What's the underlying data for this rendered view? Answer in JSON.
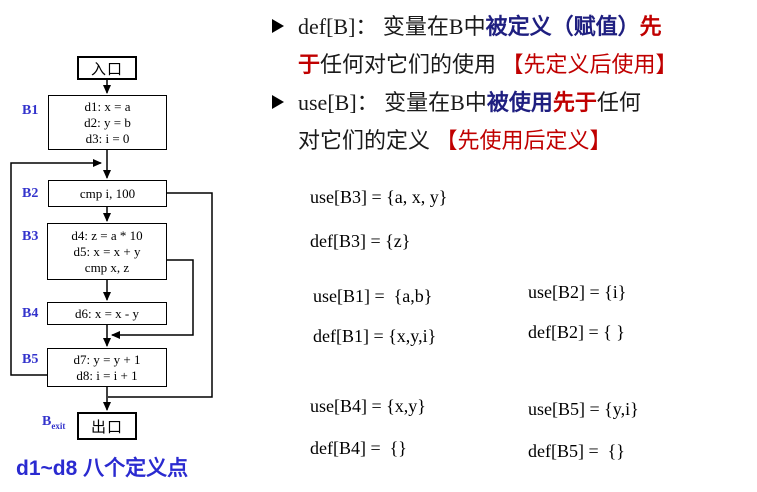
{
  "flowchart": {
    "entry_label": "入口",
    "exit_label": "出口",
    "caption": "d1~d8 八个定义点",
    "blocks": {
      "b1": {
        "name": "B1",
        "lines": [
          "d1: x = a",
          "d2: y = b",
          "d3: i = 0"
        ]
      },
      "b2": {
        "name": "B2",
        "lines": [
          "cmp i, 100"
        ]
      },
      "b3": {
        "name": "B3",
        "lines": [
          "d4: z = a * 10",
          "d5: x = x + y",
          "cmp x, z"
        ]
      },
      "b4": {
        "name": "B4",
        "lines": [
          "d6: x = x - y"
        ]
      },
      "b5": {
        "name": "B5",
        "lines": [
          "d7: y = y + 1",
          "d8: i = i + 1"
        ]
      },
      "bexit": {
        "name": "B",
        "sub": "exit"
      }
    }
  },
  "bullets": {
    "def": {
      "s0": "def[B]： ",
      "s1": "变量在B中",
      "s2": "被定义（赋值）",
      "s3": "先",
      "s4": "于",
      "s5": "任何对它们的使用 ",
      "s6": "【先定义后使用】"
    },
    "use": {
      "s0": "use[B]： ",
      "s1": "变量在B中",
      "s2": "被使用",
      "s3": "先于",
      "s4": "任何",
      "s5": "对它们的定义 ",
      "s6": "【先使用后定义】"
    }
  },
  "sets": {
    "use_b3": "use[B3] = {a, x, y}",
    "def_b3": "def[B3] = {z}",
    "use_b1": "use[B1] =  {a,b}",
    "use_b2": "use[B2] = {i}",
    "def_b1": "def[B1] = {x,y,i}",
    "def_b2": "def[B2] = { }",
    "use_b4": "use[B4] = {x,y}",
    "use_b5": "use[B5] = {y,i}",
    "def_b4": "def[B4] =  {}",
    "def_b5": "def[B5] =  {}"
  },
  "colors": {
    "label_blue": "#3333cc",
    "caption_blue": "#2a2ad0",
    "emphasis_navy": "#1f1f80",
    "emphasis_red": "#c00000",
    "line_black": "#000000"
  }
}
